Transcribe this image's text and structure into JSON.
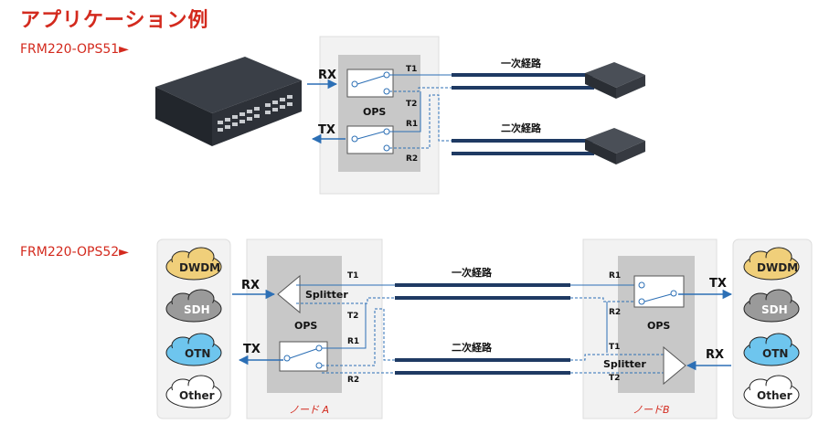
{
  "title": "アプリケーション例",
  "model1": "FRM220-OPS51►",
  "model2": "FRM220-OPS52►",
  "d1": {
    "rx": "RX",
    "tx": "TX",
    "ops": "OPS",
    "t1": "T1",
    "t2": "T2",
    "r1": "R1",
    "r2": "R2",
    "primary": "一次経路",
    "secondary": "二次経路"
  },
  "d2": {
    "rx_a": "RX",
    "tx_a": "TX",
    "rx_b": "RX",
    "tx_b": "TX",
    "splitter_a": "Splitter",
    "splitter_b": "Splitter",
    "ops_a": "OPS",
    "ops_b": "OPS",
    "t1_a": "T1",
    "t2_a": "T2",
    "r1_a": "R1",
    "r2_a": "R2",
    "r1_b": "R1",
    "r2_b": "R2",
    "t1_b": "T1",
    "t2_b": "T2",
    "primary": "一次経路",
    "secondary": "二次経路",
    "node_a": "ノード A",
    "node_b": "ノードB",
    "clouds": [
      "DWDM",
      "SDH",
      "OTN",
      "Other"
    ]
  },
  "colors": {
    "accent": "#d32a1e",
    "fiber": "#1f3a63",
    "arrow": "#2c6fb5",
    "box": "#c8c8c8",
    "panel": "#f2f2f2",
    "dwdm": "#f0cf7a",
    "sdh": "#9a9a9a",
    "otn": "#6ec5ee",
    "other": "#ffffff"
  }
}
